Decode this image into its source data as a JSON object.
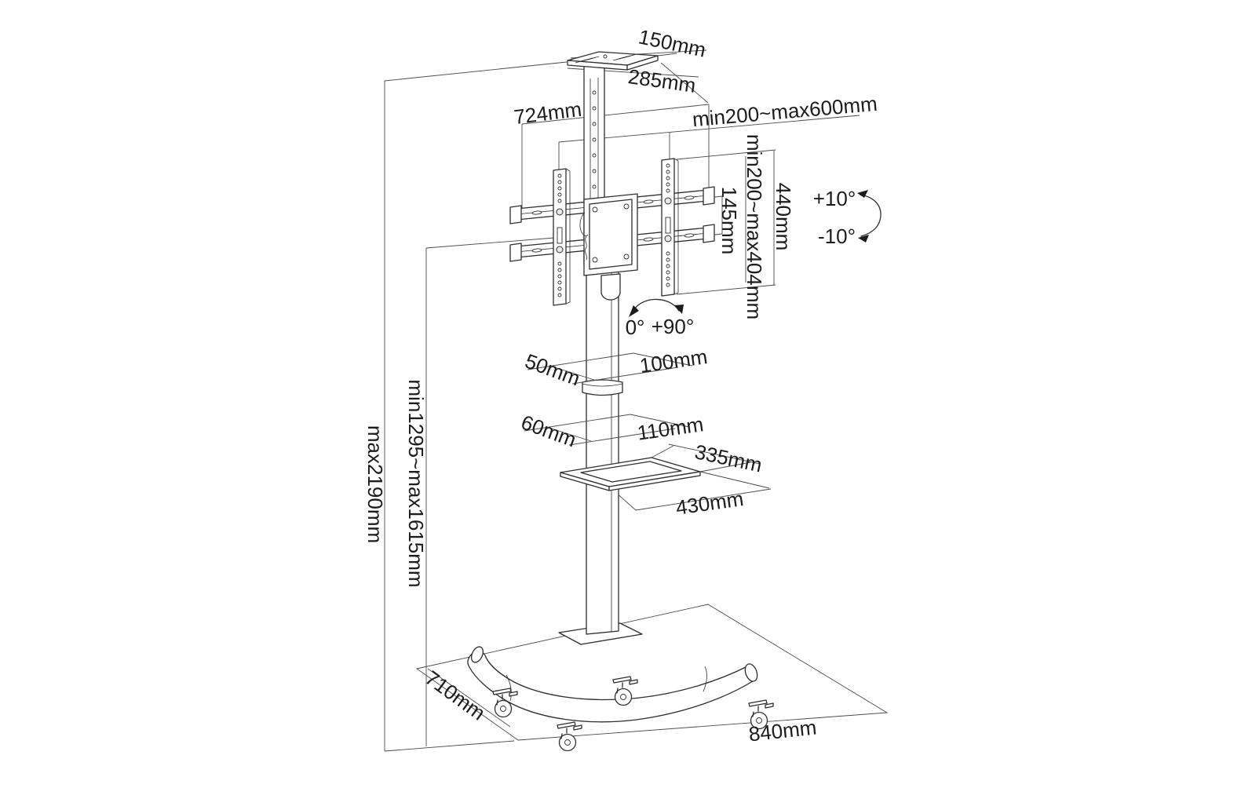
{
  "colors": {
    "background": "#ffffff",
    "line": "#2e2e2e",
    "dim_line": "#4a4a4a",
    "text": "#1c1c1c"
  },
  "dims": {
    "tray_width": "150mm",
    "tray_depth": "285mm",
    "bracket_width": "724mm",
    "vesa_horizontal_range": "min200~max600mm",
    "vesa_vertical_range": "min200~max404mm",
    "bracket_height": "440mm",
    "rail_gap": "145mm",
    "tilt_up": "+10°",
    "tilt_down": "-10°",
    "rotation_min": "0°",
    "rotation_max": "+90°",
    "column_upper_depth": "50mm",
    "column_upper_width": "100mm",
    "column_lower_depth": "60mm",
    "column_lower_width": "110mm",
    "shelf_depth": "335mm",
    "shelf_width": "430mm",
    "total_height": "max2190mm",
    "screen_height_range": "min1295~max1615mm",
    "base_depth": "710mm",
    "base_width": "840mm"
  }
}
